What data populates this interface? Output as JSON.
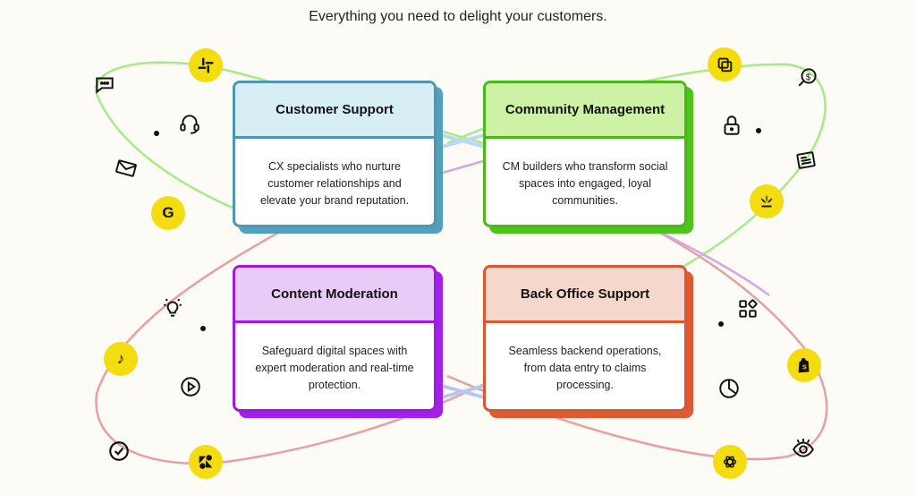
{
  "headline": "Everything you need to delight your customers.",
  "cards": [
    {
      "title": "Customer Support",
      "body": "CX specialists who nurture customer relationships and elevate your brand reputation.",
      "border": "#4e97b4",
      "head_bg": "#d8eef5",
      "shadow": "#52a0bb"
    },
    {
      "title": "Community Management",
      "body": "CM builders who transform social spaces into engaged, loyal communities.",
      "border": "#4bb818",
      "head_bg": "#cdf2a6",
      "shadow": "#4ec31c"
    },
    {
      "title": "Content Moderation",
      "body": "Safeguard digital spaces with expert moderation and real-time protection.",
      "border": "#9b1ce0",
      "head_bg": "#e8cbf7",
      "shadow": "#a121e6"
    },
    {
      "title": "Back Office Support",
      "body": "Seamless backend operations, from data entry to claims processing.",
      "border": "#d65835",
      "head_bg": "#f6d7cb",
      "shadow": "#dd5a35"
    }
  ],
  "icons": {
    "slack": "slack-icon",
    "chat": "chat-bubble-icon",
    "headset": "headset-icon",
    "mail": "mail-icon",
    "google": "google-icon",
    "copy": "copy-icon",
    "dollar": "dollar-search-icon",
    "lock": "lock-icon",
    "news": "newspaper-icon",
    "splash": "splash-icon",
    "bulb": "lightbulb-icon",
    "tiktok": "tiktok-icon",
    "play": "play-icon",
    "check": "check-circle-icon",
    "zendesk": "zendesk-icon",
    "apps": "apps-icon",
    "shopify": "shopify-icon",
    "pie": "pie-chart-icon",
    "eye": "eye-icon",
    "openai": "openai-icon"
  },
  "glyphs": {
    "google": "G",
    "tiktok": "♪"
  },
  "colors": {
    "green_loop": "#a8ea86",
    "pink_loop": "#e6a0a4",
    "purple_loop": "#d4a6e6",
    "blue_link": "#bcd7f2",
    "yellow": "#f3dc10"
  }
}
